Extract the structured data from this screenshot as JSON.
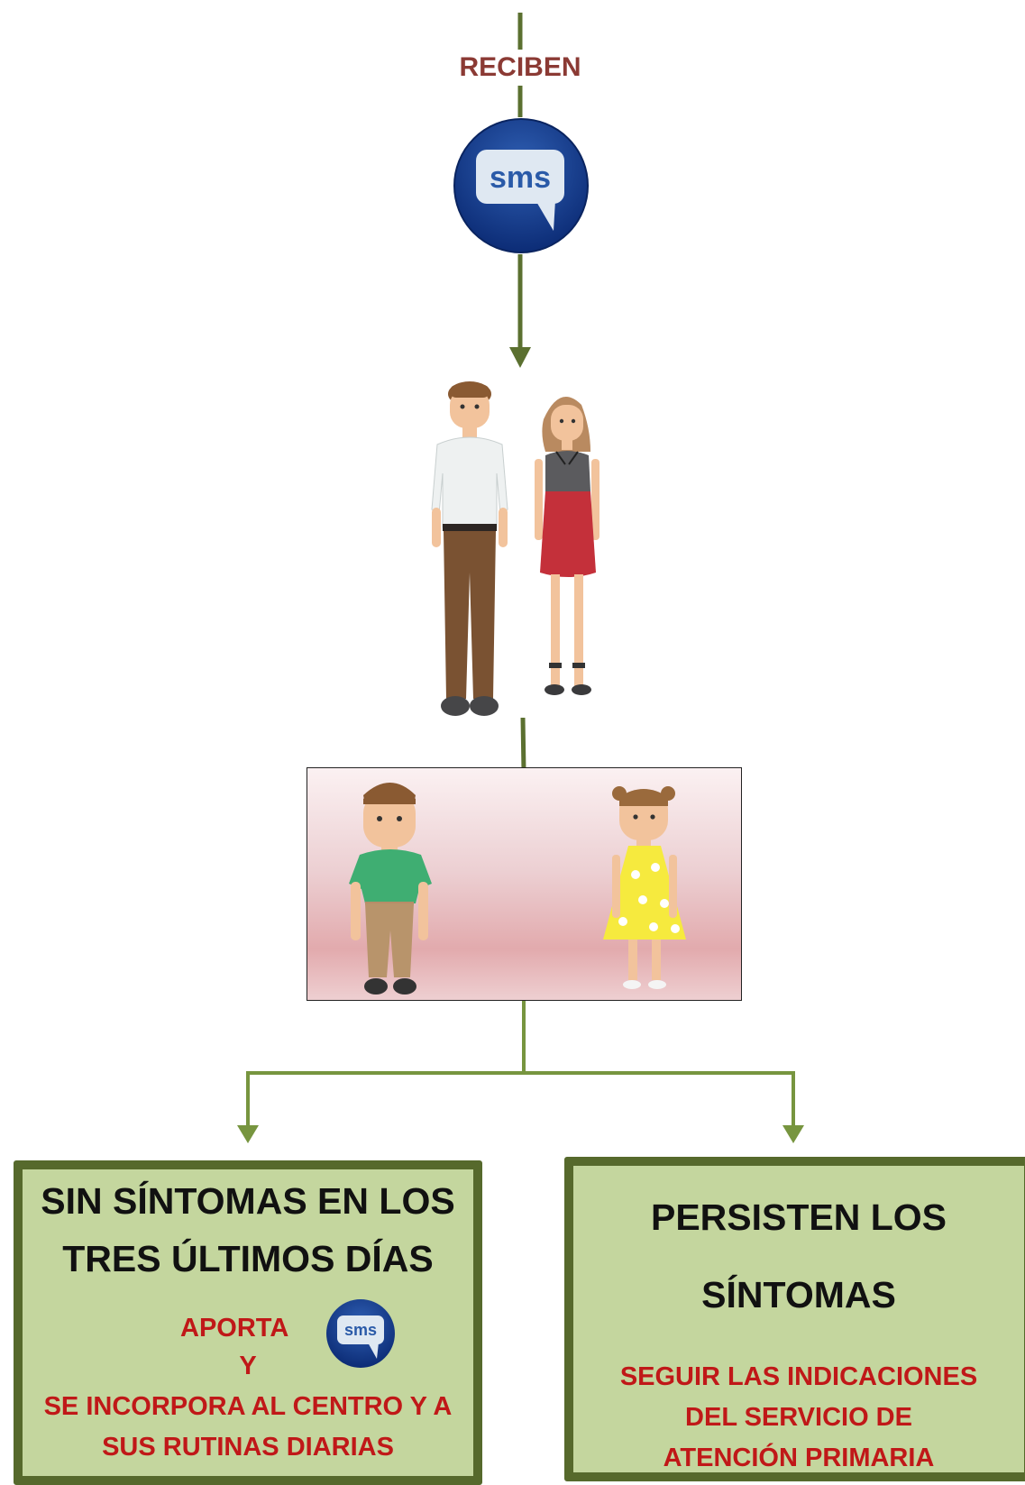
{
  "header": {
    "label": "RECIBEN"
  },
  "icons": {
    "sms_label": "sms",
    "sms_small_label": "sms"
  },
  "colors": {
    "arrow_green": "#77953f",
    "box_fill": "#c4d69e",
    "box_border": "#56692c",
    "label_brown": "#8b3a34",
    "text_red": "#c01818"
  },
  "outcomes": {
    "left": {
      "title_line1": "SIN SÍNTOMAS EN LOS",
      "title_line2": "TRES ÚLTIMOS DÍAS",
      "action_word": "APORTA",
      "connector_word": "Y",
      "detail_line1": "SE INCORPORA AL CENTRO Y A",
      "detail_line2": "SUS RUTINAS DIARIAS"
    },
    "right": {
      "title_line1": "PERSISTEN LOS",
      "title_line2": "SÍNTOMAS",
      "detail_line1": "SEGUIR LAS INDICACIONES",
      "detail_line2": "DEL SERVICIO DE",
      "detail_line3": "ATENCIÓN PRIMARIA"
    }
  }
}
